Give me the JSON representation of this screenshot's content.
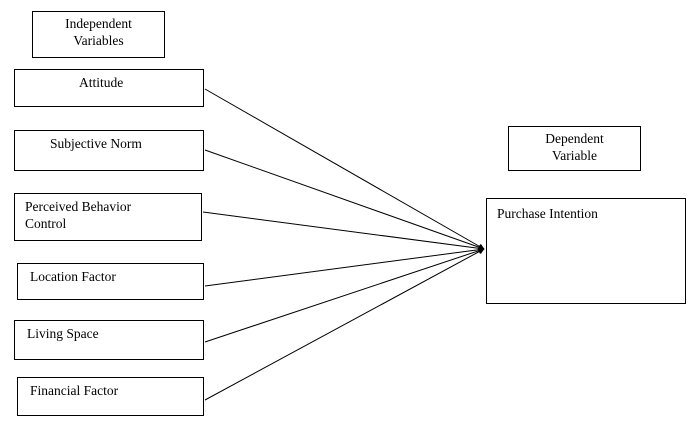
{
  "independent_header": {
    "line1": "Independent",
    "line2": "Variables"
  },
  "dependent_header": {
    "line1": "Dependent",
    "line2": "Variable"
  },
  "independent_variables": [
    {
      "line1": "Attitude",
      "line2": ""
    },
    {
      "line1": "Subjective Norm",
      "line2": ""
    },
    {
      "line1": "Perceived Behavior",
      "line2": "Control"
    },
    {
      "line1": "Location Factor",
      "line2": ""
    },
    {
      "line1": "Living Space",
      "line2": ""
    },
    {
      "line1": "Financial Factor",
      "line2": ""
    }
  ],
  "dependent_variable": {
    "label": "Purchase Intention"
  },
  "colors": {
    "line": "#000000",
    "border": "#000000",
    "background": "#ffffff"
  }
}
